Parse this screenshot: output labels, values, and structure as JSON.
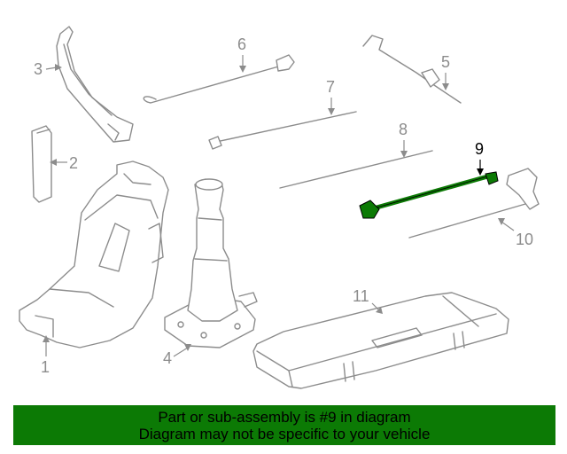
{
  "colors": {
    "highlight": "#0c7a05",
    "part_stroke": "#8c8c8c",
    "banner_bg": "#0c7a05"
  },
  "callouts": {
    "c1": "1",
    "c2": "2",
    "c3": "3",
    "c4": "4",
    "c5": "5",
    "c6": "6",
    "c7": "7",
    "c8": "8",
    "c9": "9",
    "c10": "10",
    "c11": "11"
  },
  "highlighted_part": "9",
  "banner": {
    "line1": "Part or sub-assembly is #9 in diagram",
    "line2": "Diagram may not be specific to your vehicle"
  }
}
